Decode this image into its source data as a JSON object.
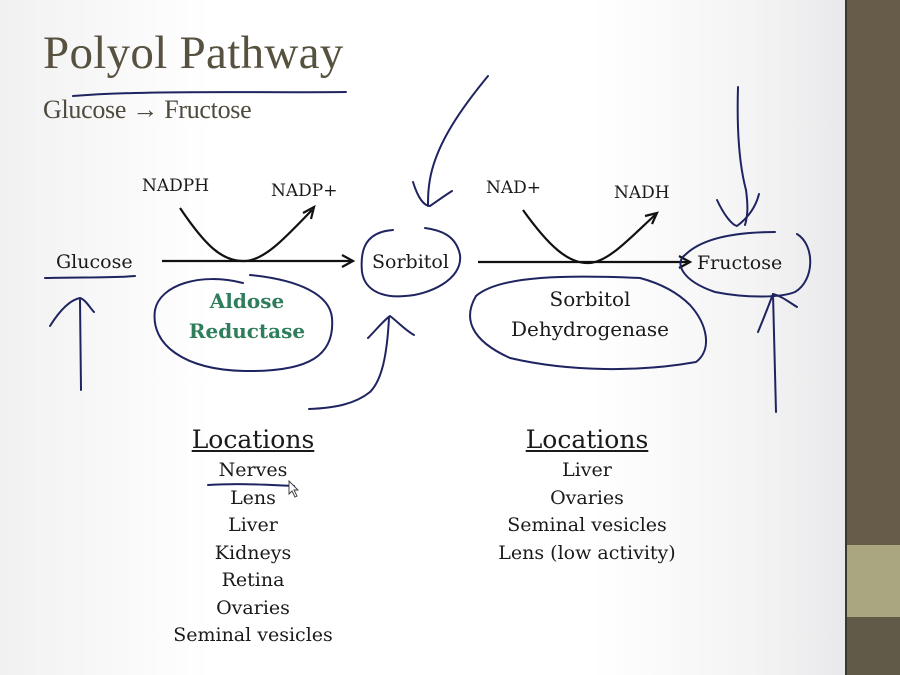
{
  "slide": {
    "title": "Polyol Pathway",
    "subtitle": "Glucose → Fructose"
  },
  "pathway": {
    "substrate": "Glucose",
    "intermediate": "Sorbitol",
    "product": "Fructose",
    "step1": {
      "cofactor_in": "NADPH",
      "cofactor_out": "NADP+",
      "enzyme_line1": "Aldose",
      "enzyme_line2": "Reductase"
    },
    "step2": {
      "cofactor_in": "NAD+",
      "cofactor_out": "NADH",
      "enzyme_line1": "Sorbitol",
      "enzyme_line2": "Dehydrogenase"
    }
  },
  "locations": {
    "aldose_reductase": {
      "heading": "Locations",
      "items": [
        "Nerves",
        "Lens",
        "Liver",
        "Kidneys",
        "Retina",
        "Ovaries",
        "Seminal vesicles"
      ]
    },
    "sorbitol_dehydrogenase": {
      "heading": "Locations",
      "items": [
        "Liver",
        "Ovaries",
        "Seminal vesicles",
        "Lens (low activity)"
      ]
    }
  },
  "theme": {
    "ink_color": "#1f2460",
    "enzyme_accent": "#2e7d5b",
    "title_color": "#57513f",
    "sidebar_dark": "#675c49",
    "sidebar_light": "#aaa67f"
  }
}
